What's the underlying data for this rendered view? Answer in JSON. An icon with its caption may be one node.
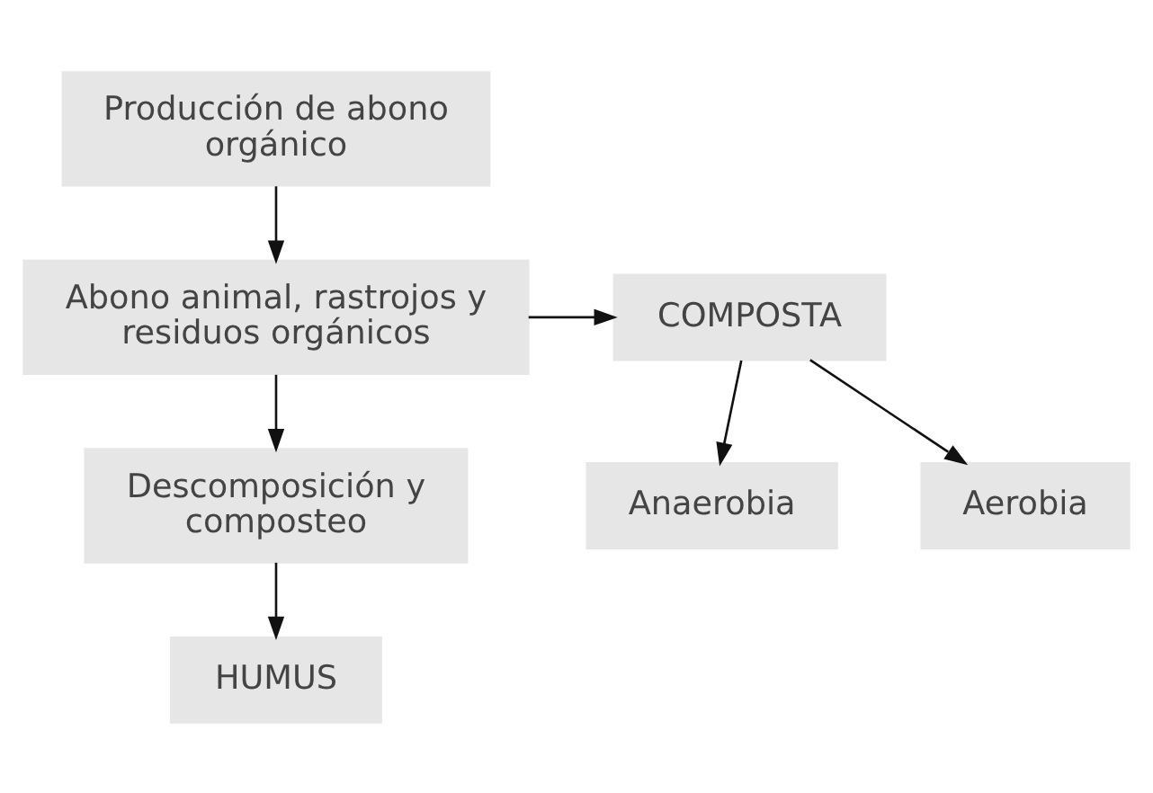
{
  "diagram": {
    "nodes": [
      {
        "text": [
          "Producción de abono orgánico"
        ]
      },
      {
        "text": [
          "Abono animal, rastrojos y residuos orgánicos"
        ]
      },
      {
        "text": [
          "COMPOSTA"
        ]
      },
      {
        "text": [
          "Anaerobia"
        ]
      },
      {
        "text": [
          "Aerobia"
        ]
      },
      {
        "text": [
          "Descomposición y composteo"
        ]
      },
      {
        "text": [
          "HUMUS"
        ]
      }
    ],
    "edges": [
      {
        "from": 0,
        "to": 1,
        "arrow": "to"
      },
      {
        "from": 1,
        "to": 2,
        "arrow": "to"
      },
      {
        "from": 2,
        "to": 3,
        "arrow": "to"
      },
      {
        "from": 2,
        "to": 4,
        "arrow": "to"
      },
      {
        "from": 1,
        "to": 5,
        "arrow": "to"
      },
      {
        "from": 5,
        "to": 6,
        "arrow": "to"
      }
    ]
  }
}
